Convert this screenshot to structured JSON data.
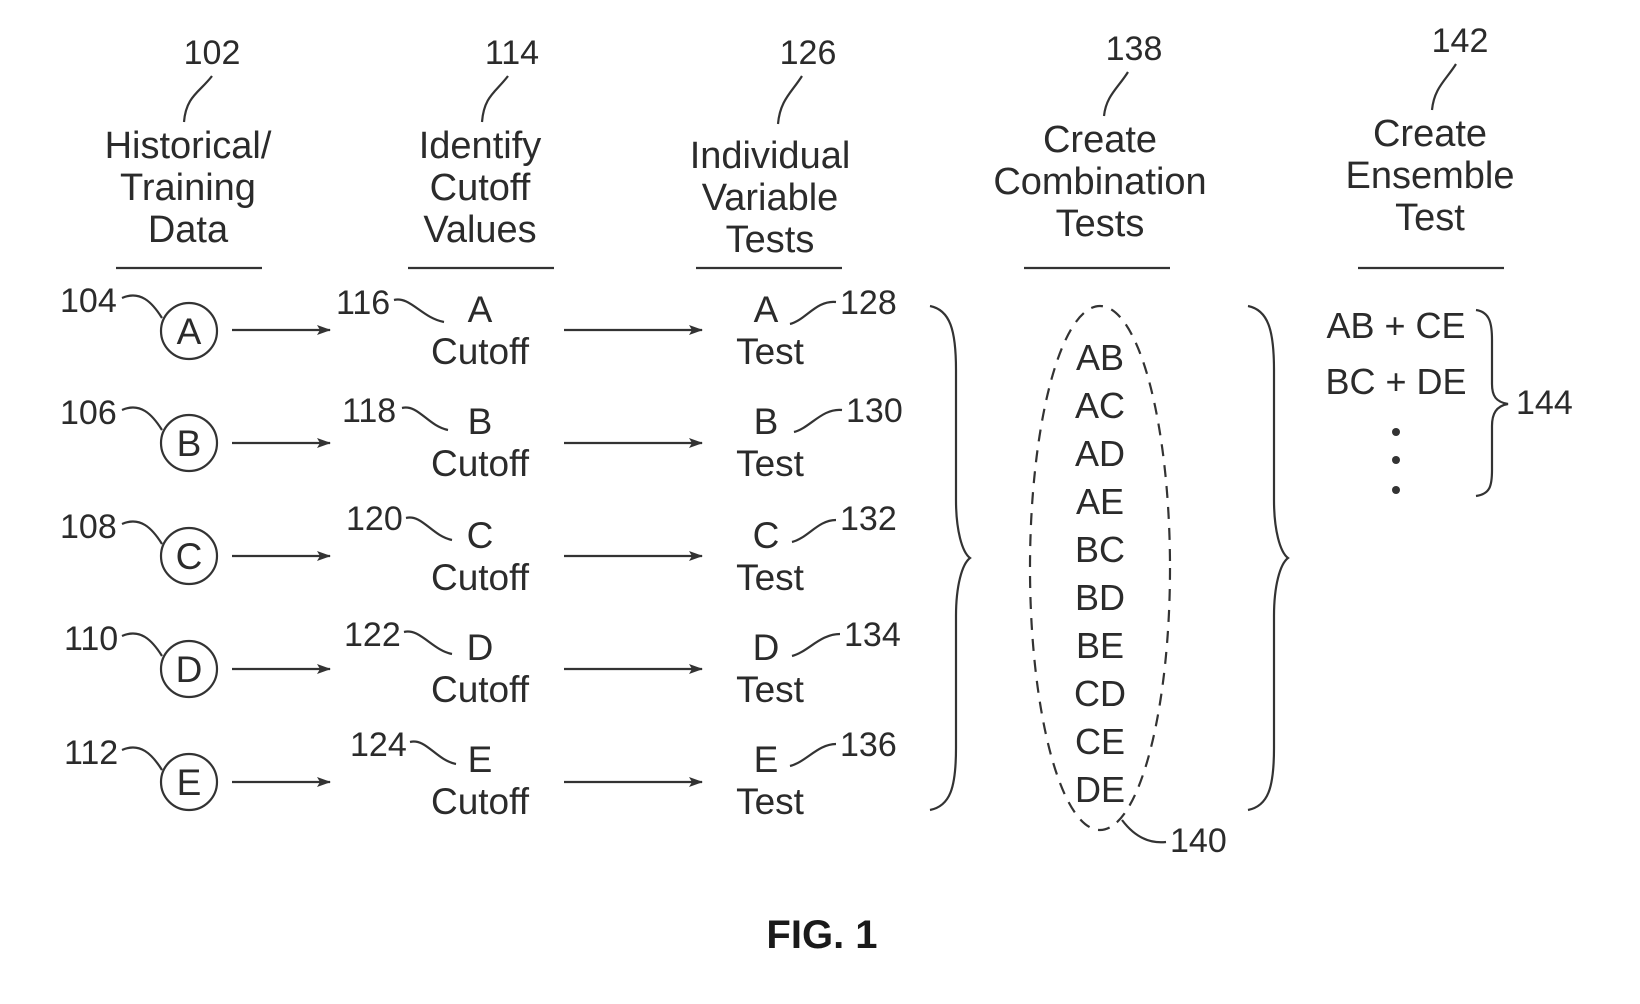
{
  "columns": [
    {
      "ref": "102",
      "header": [
        "Historical/",
        "Training",
        "Data"
      ]
    },
    {
      "ref": "114",
      "header": [
        "Identify",
        "Cutoff",
        "Values"
      ]
    },
    {
      "ref": "126",
      "header": [
        "Individual",
        "Variable",
        "Tests"
      ]
    },
    {
      "ref": "138",
      "header": [
        "Create",
        "Combination",
        "Tests"
      ]
    },
    {
      "ref": "142",
      "header": [
        "Create",
        "Ensemble",
        "Test"
      ]
    }
  ],
  "rows": [
    {
      "var": "A",
      "var_ref": "104",
      "cutoff_ref": "116",
      "cutoff": "Cutoff",
      "test_ref": "128",
      "test": "Test"
    },
    {
      "var": "B",
      "var_ref": "106",
      "cutoff_ref": "118",
      "cutoff": "Cutoff",
      "test_ref": "130",
      "test": "Test"
    },
    {
      "var": "C",
      "var_ref": "108",
      "cutoff_ref": "120",
      "cutoff": "Cutoff",
      "test_ref": "132",
      "test": "Test"
    },
    {
      "var": "D",
      "var_ref": "110",
      "cutoff_ref": "122",
      "cutoff": "Cutoff",
      "test_ref": "134",
      "test": "Test"
    },
    {
      "var": "E",
      "var_ref": "112",
      "cutoff_ref": "124",
      "cutoff": "Cutoff",
      "test_ref": "136",
      "test": "Test"
    }
  ],
  "combinations": {
    "items": [
      "AB",
      "AC",
      "AD",
      "AE",
      "BC",
      "BD",
      "BE",
      "CD",
      "CE",
      "DE"
    ],
    "ref": "140"
  },
  "ensemble": {
    "items": [
      "AB + CE",
      "BC + DE"
    ],
    "ref": "144"
  },
  "caption": "FIG. 1"
}
